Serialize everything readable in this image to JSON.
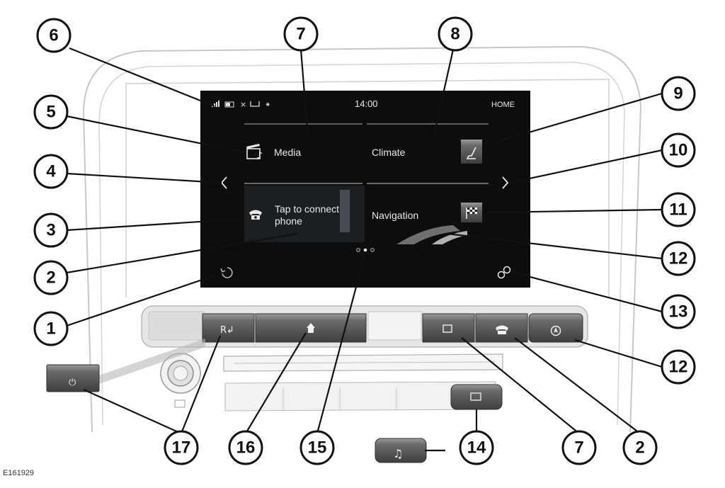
{
  "screen": {
    "time": "14:00",
    "home_label": "HOME",
    "media_label": "Media",
    "climate_label": "Climate",
    "phone_label_line1": "Tap to connect",
    "phone_label_line2": "phone",
    "navigation_label": "Navigation"
  },
  "callouts": [
    "1",
    "2",
    "3",
    "4",
    "5",
    "6",
    "7",
    "8",
    "9",
    "10",
    "11",
    "12",
    "13",
    "14",
    "15",
    "16",
    "17"
  ],
  "callouts_repeat": {
    "media_button": "7",
    "phone_button": "2",
    "nav_button": "12"
  },
  "reference_code": "E161929",
  "colors": {
    "screen": "#0d0d0d",
    "bezel": "#d0d0d0",
    "button": "#5a5a5a"
  }
}
